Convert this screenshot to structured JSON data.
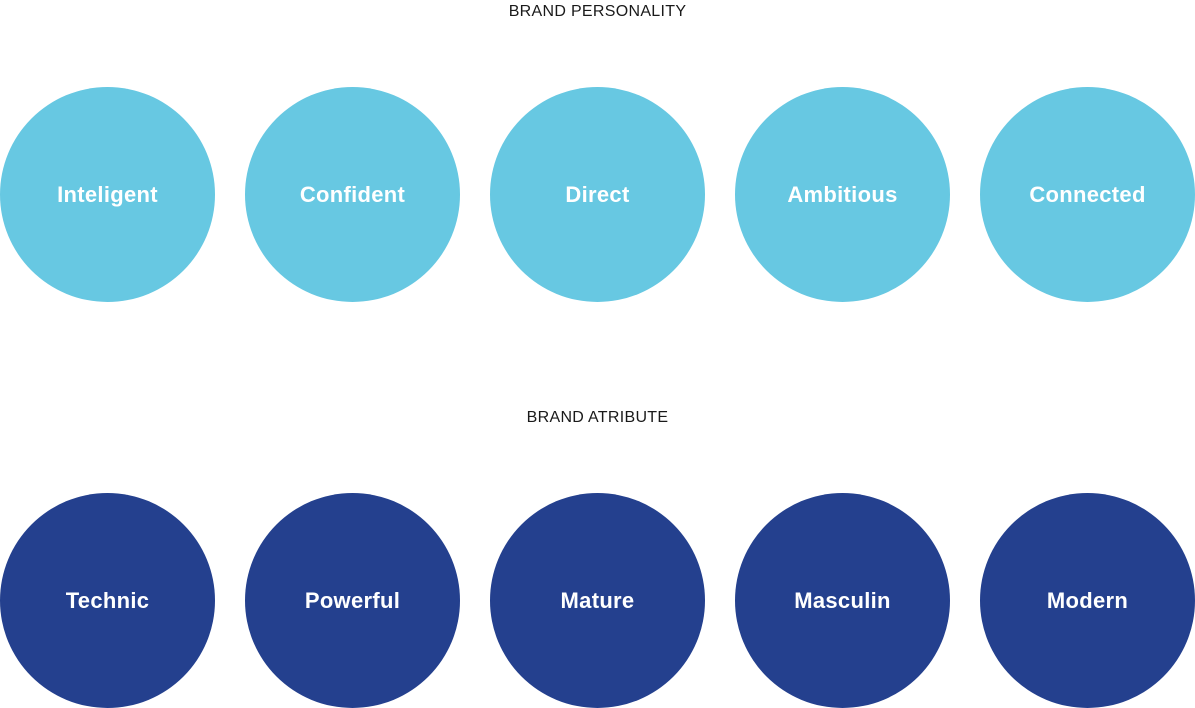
{
  "personality": {
    "title": "BRAND PERSONALITY",
    "color": "#67c8e2",
    "traits": [
      "Inteligent",
      "Confident",
      "Direct",
      "Ambitious",
      "Connected"
    ]
  },
  "attribute": {
    "title": "BRAND ATRIBUTE",
    "color": "#24408e",
    "traits": [
      "Technic",
      "Powerful",
      "Mature",
      "Masculin",
      "Modern"
    ]
  }
}
